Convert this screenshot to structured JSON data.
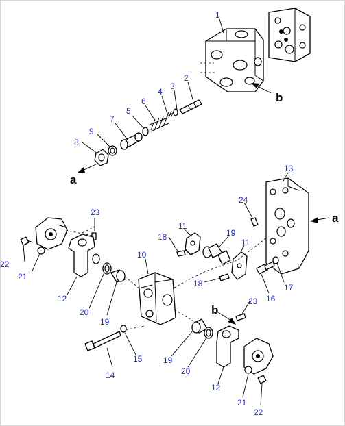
{
  "diagram": {
    "callouts": {
      "c1": "1",
      "c2": "2",
      "c3": "3",
      "c4": "4",
      "c5": "5",
      "c6": "6",
      "c7": "7",
      "c8": "8",
      "c9": "9",
      "c10": "10",
      "c11a": "11",
      "c11b": "11",
      "c12a": "12",
      "c12b": "12",
      "c13": "13",
      "c14": "14",
      "c15": "15",
      "c16": "16",
      "c17": "17",
      "c18a": "18",
      "c18b": "18",
      "c19a": "19",
      "c19b": "19",
      "c19c": "19",
      "c20a": "20",
      "c20b": "20",
      "c21a": "21",
      "c21b": "21",
      "c22a": "22",
      "c22b": "22",
      "c23a": "23",
      "c23b": "23",
      "c24": "24"
    },
    "arrow_labels": {
      "b_top": "b",
      "a_left": "a",
      "a_right": "a",
      "b_mid": "b"
    },
    "colors": {
      "callout": "#1f2dd6",
      "line": "#000000",
      "background": "#ffffff"
    }
  }
}
